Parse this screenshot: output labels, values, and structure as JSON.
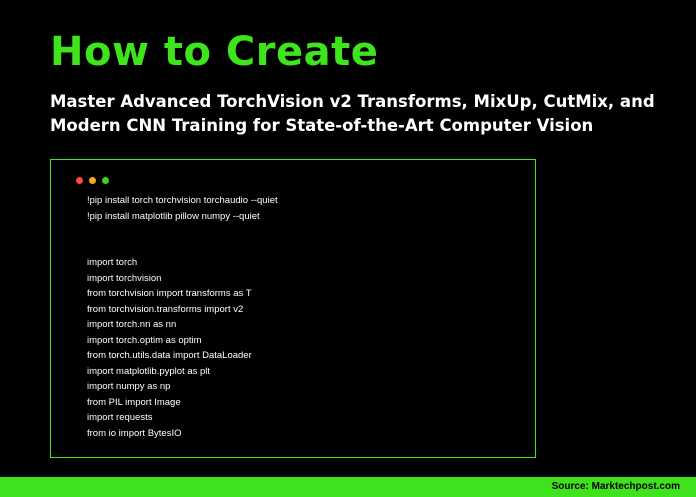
{
  "title": "How to Create",
  "subtitle": {
    "line1": "Master Advanced TorchVision v2 Transforms, MixUp, CutMix, and",
    "line2": "Modern CNN Training for State-of-the-Art Computer Vision"
  },
  "window_controls": [
    {
      "name": "close-dot",
      "color": "#ff4a3d"
    },
    {
      "name": "minimize-dot",
      "color": "#f5a623"
    },
    {
      "name": "maximize-dot",
      "color": "#3fd21d"
    }
  ],
  "code": {
    "install_lines": [
      "!pip install torch torchvision torchaudio --quiet",
      "!pip install matplotlib pillow numpy --quiet"
    ],
    "import_lines": [
      "import torch",
      "import torchvision",
      "from torchvision import transforms as T",
      "from torchvision.transforms import v2",
      "import torch.nn as nn",
      "import torch.optim as optim",
      "from torch.utils.data import DataLoader",
      "import matplotlib.pyplot as plt",
      "import numpy as np",
      "from PIL import Image",
      "import requests",
      "from io import BytesIO"
    ]
  },
  "footer": {
    "source": "Source: Marktechpost.com"
  },
  "colors": {
    "accent": "#3fe51c",
    "background": "#000000",
    "footer_bar": "#40e21e"
  }
}
